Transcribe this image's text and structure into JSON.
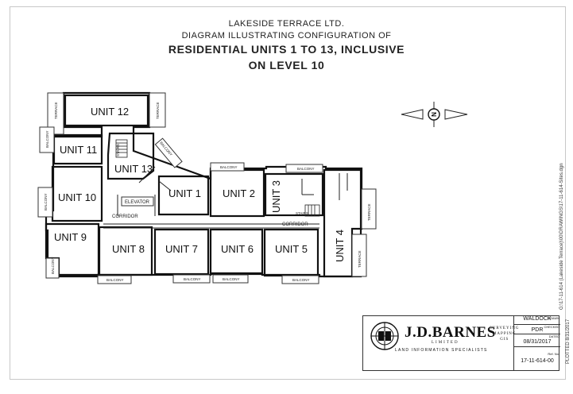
{
  "header": {
    "company": "LAKESIDE TERRACE LTD.",
    "subtitle": "DIAGRAM ILLUSTRATING CONFIGURATION OF",
    "title_line1": "RESIDENTIAL UNITS 1 TO 13, INCLUSIVE",
    "title_line2": "ON LEVEL 10"
  },
  "units": {
    "u1": "UNIT 1",
    "u2": "UNIT 2",
    "u3": "UNIT 3",
    "u4": "UNIT 4",
    "u5": "UNIT 5",
    "u6": "UNIT 6",
    "u7": "UNIT 7",
    "u8": "UNIT 8",
    "u9": "UNIT 9",
    "u10": "UNIT 10",
    "u11": "UNIT 11",
    "u12": "UNIT 12",
    "u13": "UNIT 13"
  },
  "labels": {
    "balcony": "BALCONY",
    "terrace": "TERRACE",
    "corridor": "CORRIDOR",
    "elevator": "ELEVATOR",
    "stairs": "STAIRS"
  },
  "north_arrow": "N",
  "title_block": {
    "firm": "J.D.BARNES",
    "limited": "LIMITED",
    "services": [
      "SURVEYING",
      "MAPPING",
      "GIS"
    ],
    "specialists": "LAND INFORMATION SPECIALISTS",
    "address": "",
    "phone": "",
    "drawn": "WALDOCK",
    "drawn_tag": "DRAWN",
    "checked": "PDR",
    "checked_tag": "CHECKED",
    "date": "08/31/2017",
    "date_tag": "DATED",
    "ref": "17-11-614-00",
    "ref_tag": "Ref. No."
  },
  "side": {
    "file_path": "G:\\17-11-614 (Lakeside Terrace)\\00\\DRAWINGS\\17-11-614-Sites.dgn",
    "plotted": "PLOTTED   8/31/2017"
  }
}
